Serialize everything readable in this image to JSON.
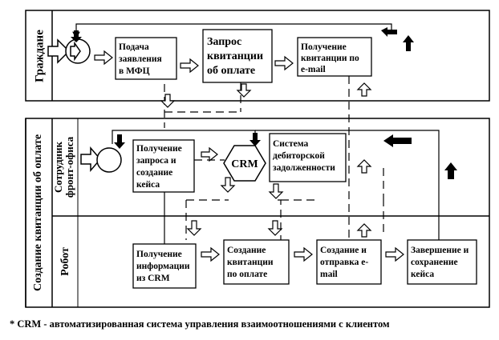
{
  "lanes": {
    "citizens": "Граждане",
    "receipt_creation": "Создание квитанции об оплате",
    "front_office_l1": "Сотрудник",
    "front_office_l2": "фронт-офиса",
    "robot": "Робот"
  },
  "boxes": {
    "submit": [
      "Подача",
      "заявления",
      "в МФЦ"
    ],
    "request": [
      "Запрос",
      "квитанции",
      "об оплате"
    ],
    "receive_email": [
      "Получение",
      "квитанции по",
      "e-mail"
    ],
    "receive_request": [
      "Получение",
      "запроса и",
      "создание",
      "кейса"
    ],
    "crm": "CRM",
    "debt_system": [
      "Система",
      "дебиторской",
      "задолженности"
    ],
    "get_info": [
      "Получение",
      "информации",
      "из CRM"
    ],
    "create_receipt": [
      "Создание",
      "квитанции",
      "по оплате"
    ],
    "create_send": [
      "Создание и",
      "отправка e-",
      "mail"
    ],
    "finish": [
      "Завершение и",
      "сохранение",
      "кейса"
    ]
  },
  "footnote": "* CRM - автоматизированная система управления взаимоотношениями с клиентом"
}
